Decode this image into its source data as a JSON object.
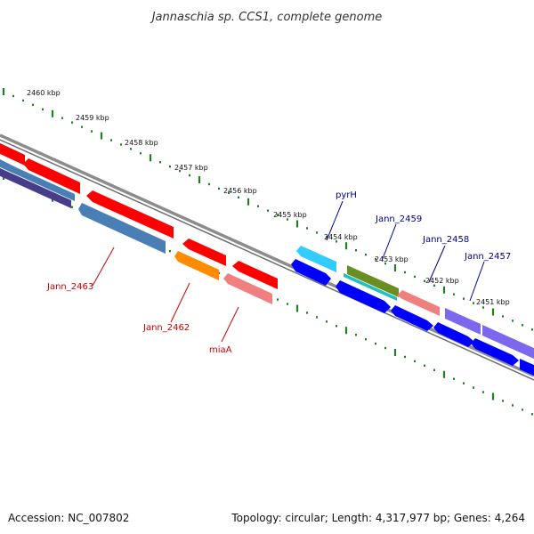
{
  "title": "Jannaschia sp. CCS1, complete genome",
  "accession_text": "Accession: NC_007802",
  "topology_text": "Topology: circular; Length: 4,317,977 bp; Genes: 4,264",
  "kbp_labels": [
    "2460 kbp",
    "2459 kbp",
    "2458 kbp",
    "2457 kbp",
    "2456 kbp",
    "2455 kbp",
    "2454 kbp",
    "2453 kbp",
    "2452 kbp",
    "2451 kbp"
  ],
  "gene_labels": [
    {
      "name": "Jann_2463",
      "color": "#cc0000"
    },
    {
      "name": "Jann_2462",
      "color": "#cc0000"
    },
    {
      "name": "miaA",
      "color": "#cc0000"
    },
    {
      "name": "pyrH",
      "color": "#00008b"
    },
    {
      "name": "Jann_2459",
      "color": "#00008b"
    },
    {
      "name": "Jann_2458",
      "color": "#00008b"
    },
    {
      "name": "Jann_2457",
      "color": "#00008b"
    }
  ],
  "colors": {
    "backbone": "#888888",
    "tick": "#1f7f1f",
    "red": "#ff0000",
    "blue": "#0000ff",
    "steel": "#4a7fb5",
    "orange": "#ff8c00",
    "pink": "#f08080",
    "cyan": "#33ccff",
    "olive": "#6b8e23",
    "purple": "#7b68ee",
    "darkslate": "#483d8b"
  }
}
